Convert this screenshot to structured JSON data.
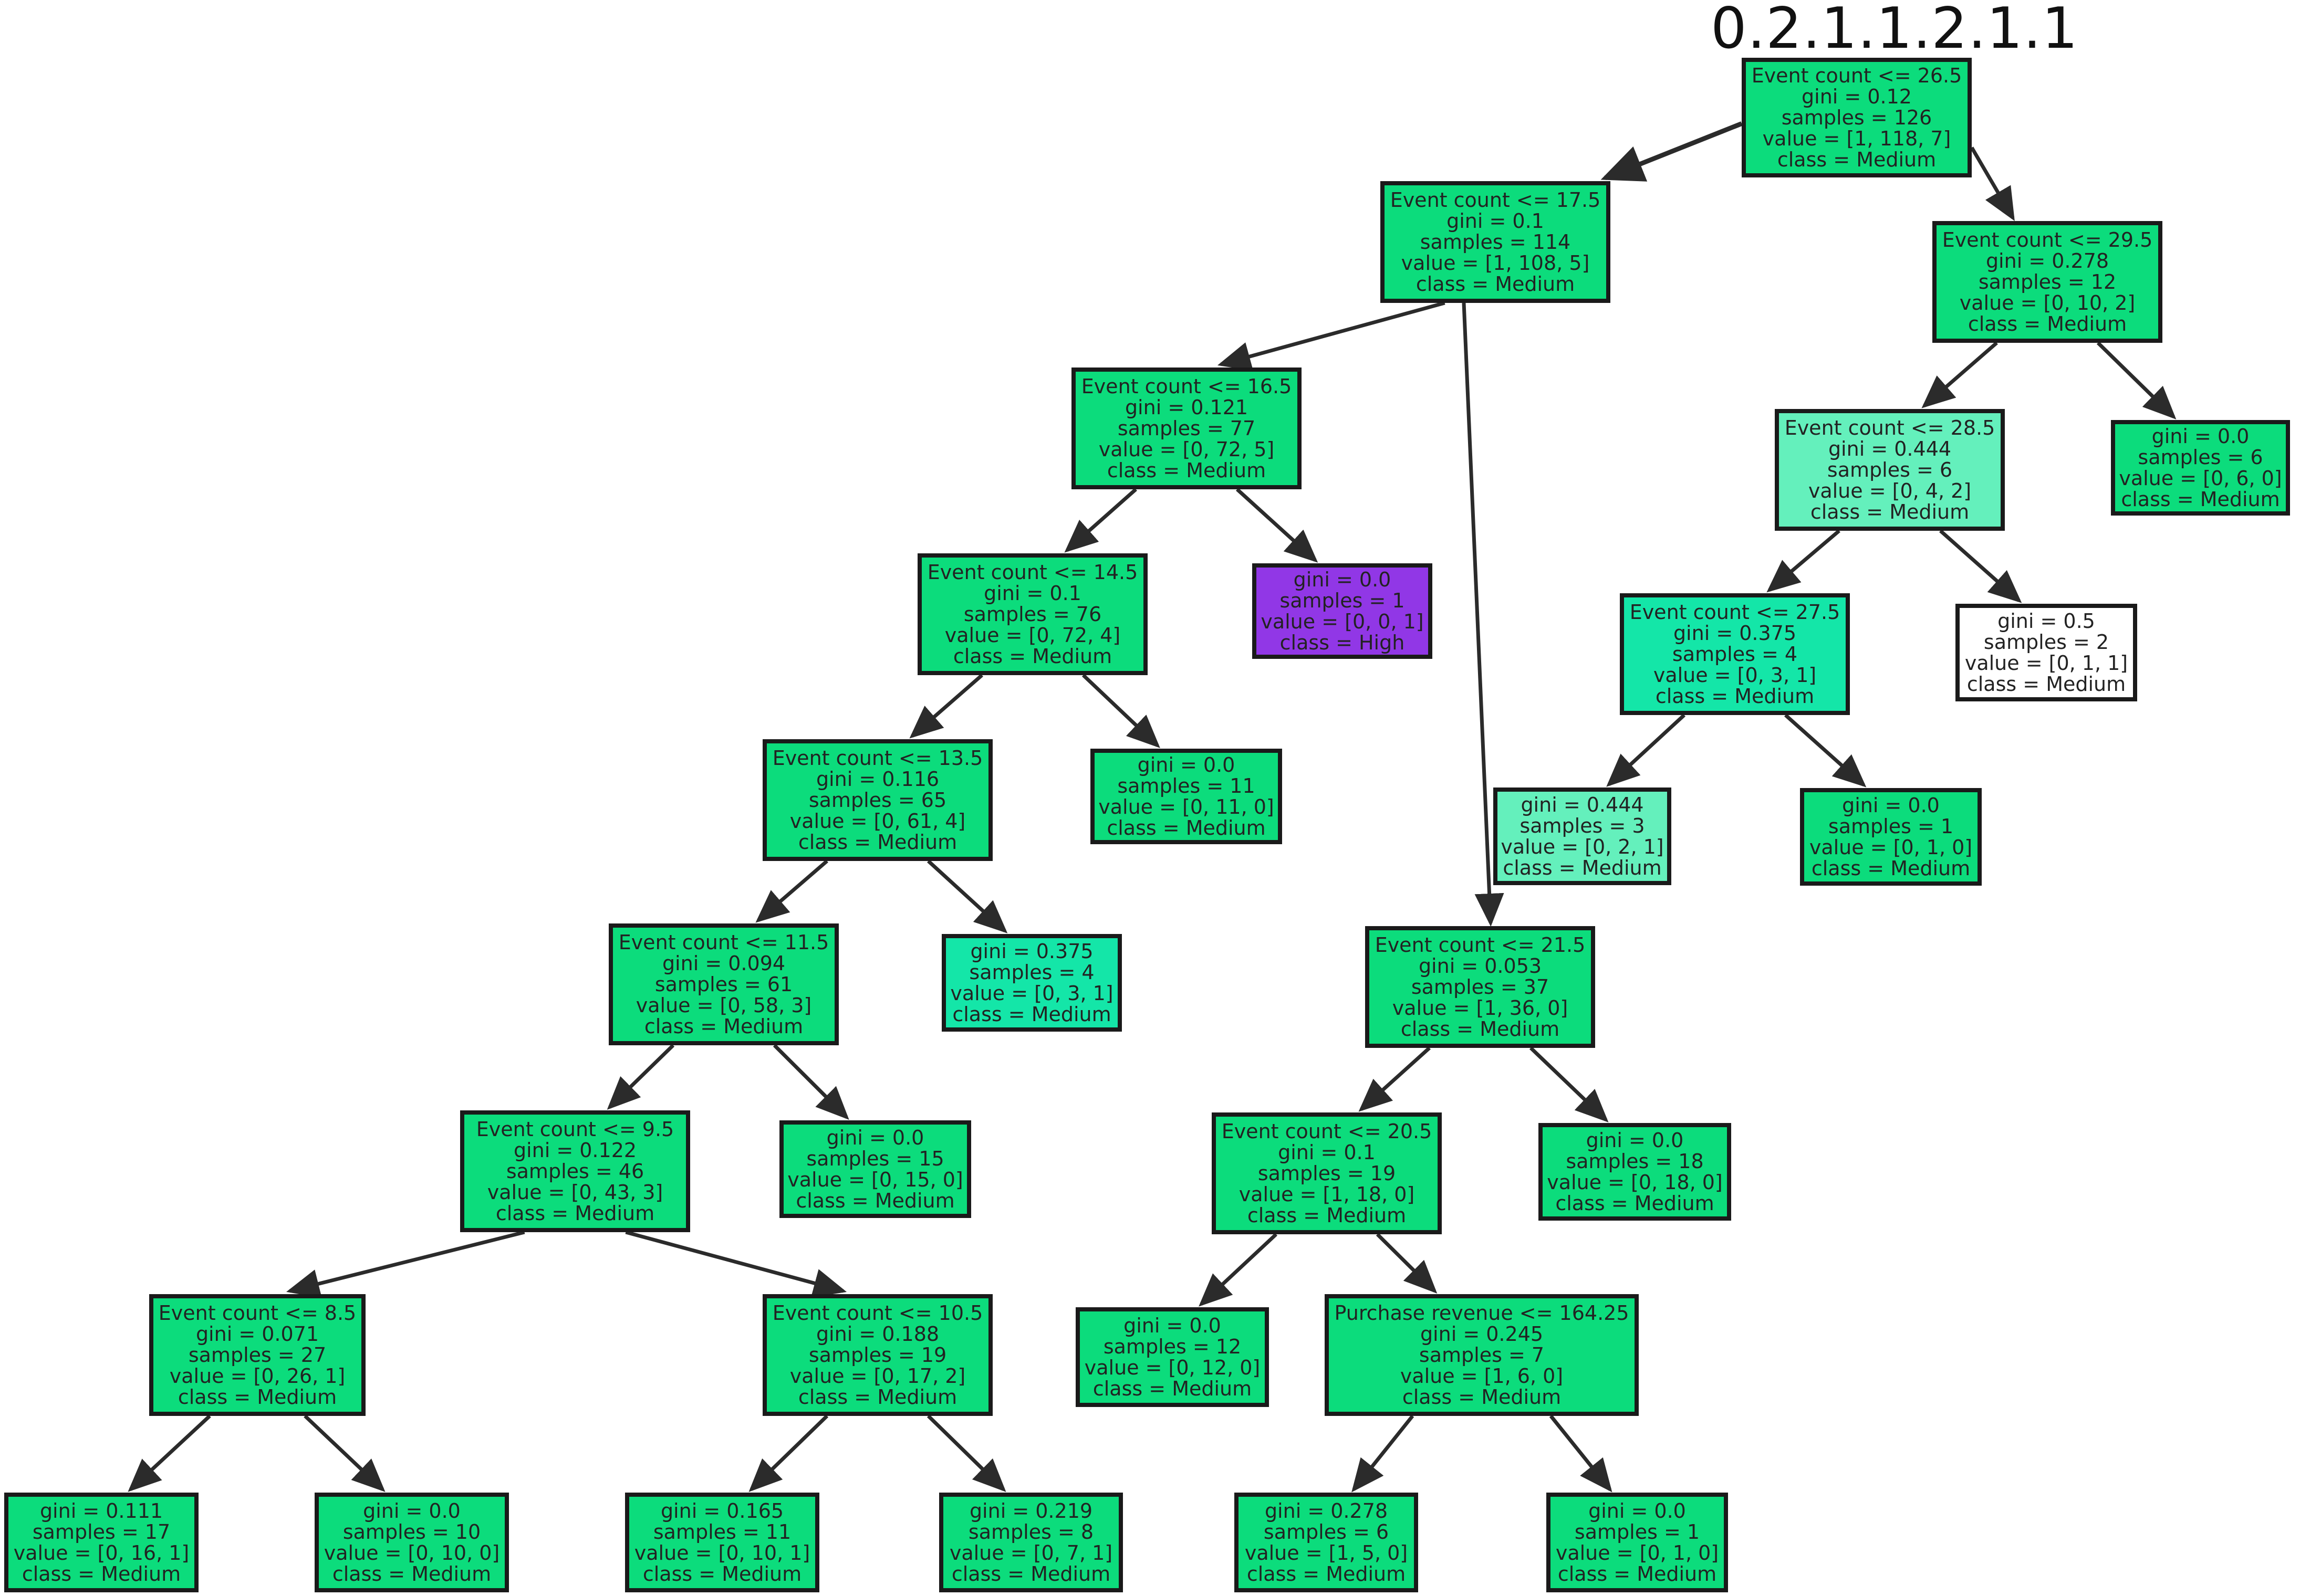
{
  "title": "0.2.1.1.2.1.1",
  "colors": {
    "medium": "#0cdc7c",
    "medium_light": "#64f0bc",
    "medium_teal": "#14e6a8",
    "high": "#9137e6",
    "neutral": "#ffffff"
  },
  "nodes": [
    {
      "id": "n0",
      "lines": [
        "Event count <= 26.5",
        "gini = 0.12",
        "samples = 126",
        "value = [1, 118, 7]",
        "class = Medium"
      ],
      "color": "medium"
    },
    {
      "id": "n1",
      "lines": [
        "Event count <= 17.5",
        "gini = 0.1",
        "samples = 114",
        "value = [1, 108, 5]",
        "class = Medium"
      ],
      "color": "medium"
    },
    {
      "id": "n2",
      "lines": [
        "Event count <= 29.5",
        "gini = 0.278",
        "samples = 12",
        "value = [0, 10, 2]",
        "class = Medium"
      ],
      "color": "medium"
    },
    {
      "id": "n3",
      "lines": [
        "Event count <= 16.5",
        "gini = 0.121",
        "samples = 77",
        "value = [0, 72, 5]",
        "class = Medium"
      ],
      "color": "medium"
    },
    {
      "id": "n4",
      "lines": [
        "Event count <= 28.5",
        "gini = 0.444",
        "samples = 6",
        "value = [0, 4, 2]",
        "class = Medium"
      ],
      "color": "medium_light"
    },
    {
      "id": "n5",
      "lines": [
        "gini = 0.0",
        "samples = 6",
        "value = [0, 6, 0]",
        "class = Medium"
      ],
      "color": "medium"
    },
    {
      "id": "n6",
      "lines": [
        "Event count <= 14.5",
        "gini = 0.1",
        "samples = 76",
        "value = [0, 72, 4]",
        "class = Medium"
      ],
      "color": "medium"
    },
    {
      "id": "n7",
      "lines": [
        "gini = 0.0",
        "samples = 1",
        "value = [0, 0, 1]",
        "class = High"
      ],
      "color": "high"
    },
    {
      "id": "n8",
      "lines": [
        "Event count <= 27.5",
        "gini = 0.375",
        "samples = 4",
        "value = [0, 3, 1]",
        "class = Medium"
      ],
      "color": "medium_teal"
    },
    {
      "id": "n9",
      "lines": [
        "gini = 0.5",
        "samples = 2",
        "value = [0, 1, 1]",
        "class = Medium"
      ],
      "color": "neutral"
    },
    {
      "id": "n10",
      "lines": [
        "Event count <= 13.5",
        "gini = 0.116",
        "samples = 65",
        "value = [0, 61, 4]",
        "class = Medium"
      ],
      "color": "medium"
    },
    {
      "id": "n11",
      "lines": [
        "gini = 0.0",
        "samples = 11",
        "value = [0, 11, 0]",
        "class = Medium"
      ],
      "color": "medium"
    },
    {
      "id": "n12",
      "lines": [
        "gini = 0.444",
        "samples = 3",
        "value = [0, 2, 1]",
        "class = Medium"
      ],
      "color": "medium_light"
    },
    {
      "id": "n13",
      "lines": [
        "gini = 0.0",
        "samples = 1",
        "value = [0, 1, 0]",
        "class = Medium"
      ],
      "color": "medium"
    },
    {
      "id": "n14",
      "lines": [
        "Event count <= 11.5",
        "gini = 0.094",
        "samples = 61",
        "value = [0, 58, 3]",
        "class = Medium"
      ],
      "color": "medium"
    },
    {
      "id": "n15",
      "lines": [
        "gini = 0.375",
        "samples = 4",
        "value = [0, 3, 1]",
        "class = Medium"
      ],
      "color": "medium_teal"
    },
    {
      "id": "n16",
      "lines": [
        "Event count <= 21.5",
        "gini = 0.053",
        "samples = 37",
        "value = [1, 36, 0]",
        "class = Medium"
      ],
      "color": "medium"
    },
    {
      "id": "n17",
      "lines": [
        "Event count <= 9.5",
        "gini = 0.122",
        "samples = 46",
        "value = [0, 43, 3]",
        "class = Medium"
      ],
      "color": "medium"
    },
    {
      "id": "n18",
      "lines": [
        "gini = 0.0",
        "samples = 15",
        "value = [0, 15, 0]",
        "class = Medium"
      ],
      "color": "medium"
    },
    {
      "id": "n19",
      "lines": [
        "Event count <= 20.5",
        "gini = 0.1",
        "samples = 19",
        "value = [1, 18, 0]",
        "class = Medium"
      ],
      "color": "medium"
    },
    {
      "id": "n20",
      "lines": [
        "gini = 0.0",
        "samples = 18",
        "value = [0, 18, 0]",
        "class = Medium"
      ],
      "color": "medium"
    },
    {
      "id": "n21",
      "lines": [
        "Event count <= 8.5",
        "gini = 0.071",
        "samples = 27",
        "value = [0, 26, 1]",
        "class = Medium"
      ],
      "color": "medium"
    },
    {
      "id": "n22",
      "lines": [
        "Event count <= 10.5",
        "gini = 0.188",
        "samples = 19",
        "value = [0, 17, 2]",
        "class = Medium"
      ],
      "color": "medium"
    },
    {
      "id": "n23",
      "lines": [
        "gini = 0.0",
        "samples = 12",
        "value = [0, 12, 0]",
        "class = Medium"
      ],
      "color": "medium"
    },
    {
      "id": "n24",
      "lines": [
        "Purchase revenue <= 164.25",
        "gini = 0.245",
        "samples = 7",
        "value = [1, 6, 0]",
        "class = Medium"
      ],
      "color": "medium"
    },
    {
      "id": "n25",
      "lines": [
        "gini = 0.111",
        "samples = 17",
        "value = [0, 16, 1]",
        "class = Medium"
      ],
      "color": "medium"
    },
    {
      "id": "n26",
      "lines": [
        "gini = 0.0",
        "samples = 10",
        "value = [0, 10, 0]",
        "class = Medium"
      ],
      "color": "medium"
    },
    {
      "id": "n27",
      "lines": [
        "gini = 0.165",
        "samples = 11",
        "value = [0, 10, 1]",
        "class = Medium"
      ],
      "color": "medium"
    },
    {
      "id": "n28",
      "lines": [
        "gini = 0.219",
        "samples = 8",
        "value = [0, 7, 1]",
        "class = Medium"
      ],
      "color": "medium"
    },
    {
      "id": "n29",
      "lines": [
        "gini = 0.278",
        "samples = 6",
        "value = [1, 5, 0]",
        "class = Medium"
      ],
      "color": "medium"
    },
    {
      "id": "n30",
      "lines": [
        "gini = 0.0",
        "samples = 1",
        "value = [0, 1, 0]",
        "class = Medium"
      ],
      "color": "medium"
    }
  ],
  "edges": [
    [
      "n0",
      "n1"
    ],
    [
      "n0",
      "n2"
    ],
    [
      "n1",
      "n3"
    ],
    [
      "n1",
      "n16"
    ],
    [
      "n2",
      "n4"
    ],
    [
      "n2",
      "n5"
    ],
    [
      "n3",
      "n6"
    ],
    [
      "n3",
      "n7"
    ],
    [
      "n4",
      "n8"
    ],
    [
      "n4",
      "n9"
    ],
    [
      "n6",
      "n10"
    ],
    [
      "n6",
      "n11"
    ],
    [
      "n8",
      "n12"
    ],
    [
      "n8",
      "n13"
    ],
    [
      "n10",
      "n14"
    ],
    [
      "n10",
      "n15"
    ],
    [
      "n14",
      "n17"
    ],
    [
      "n14",
      "n18"
    ],
    [
      "n16",
      "n19"
    ],
    [
      "n16",
      "n20"
    ],
    [
      "n17",
      "n21"
    ],
    [
      "n17",
      "n22"
    ],
    [
      "n19",
      "n23"
    ],
    [
      "n19",
      "n24"
    ],
    [
      "n21",
      "n25"
    ],
    [
      "n21",
      "n26"
    ],
    [
      "n22",
      "n27"
    ],
    [
      "n22",
      "n28"
    ],
    [
      "n24",
      "n29"
    ],
    [
      "n24",
      "n30"
    ]
  ]
}
